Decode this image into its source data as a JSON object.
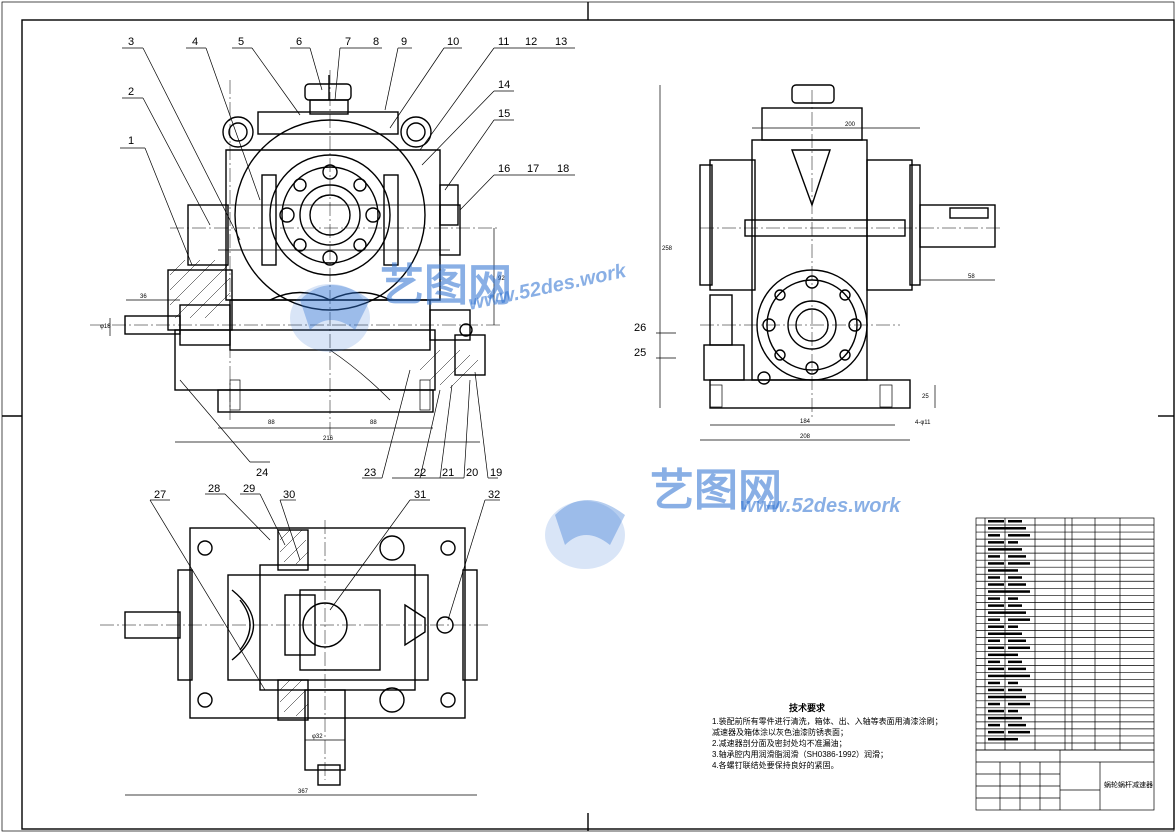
{
  "callouts": [
    {
      "num": "1"
    },
    {
      "num": "2"
    },
    {
      "num": "3"
    },
    {
      "num": "4"
    },
    {
      "num": "5"
    },
    {
      "num": "6"
    },
    {
      "num": "7"
    },
    {
      "num": "8"
    },
    {
      "num": "9"
    },
    {
      "num": "10"
    },
    {
      "num": "11"
    },
    {
      "num": "12"
    },
    {
      "num": "13"
    },
    {
      "num": "14"
    },
    {
      "num": "15"
    },
    {
      "num": "16"
    },
    {
      "num": "17"
    },
    {
      "num": "18"
    },
    {
      "num": "19"
    },
    {
      "num": "20"
    },
    {
      "num": "21"
    },
    {
      "num": "22"
    },
    {
      "num": "23"
    },
    {
      "num": "24"
    },
    {
      "num": "25"
    },
    {
      "num": "26"
    },
    {
      "num": "27"
    },
    {
      "num": "28"
    },
    {
      "num": "29"
    },
    {
      "num": "30"
    },
    {
      "num": "31"
    },
    {
      "num": "32"
    }
  ],
  "watermark": {
    "cn": "艺图网",
    "url": "www.52des.work"
  },
  "notes": {
    "title": "技术要求",
    "items": [
      "1.装配前所有零件进行清洗，箱体、出、入轴等表面用清漆涂刷；",
      "  减速器及箱体涂以灰色油漆防锈表面；",
      "2.减速器剖分面及密封处均不准漏油；",
      "3.轴承腔内用润滑脂润滑（SH0386-1992）润滑；",
      "4.各螺钉联结处要保持良好的紧固。"
    ]
  },
  "title_block": {
    "name": "蜗轮蜗杆减速器"
  }
}
